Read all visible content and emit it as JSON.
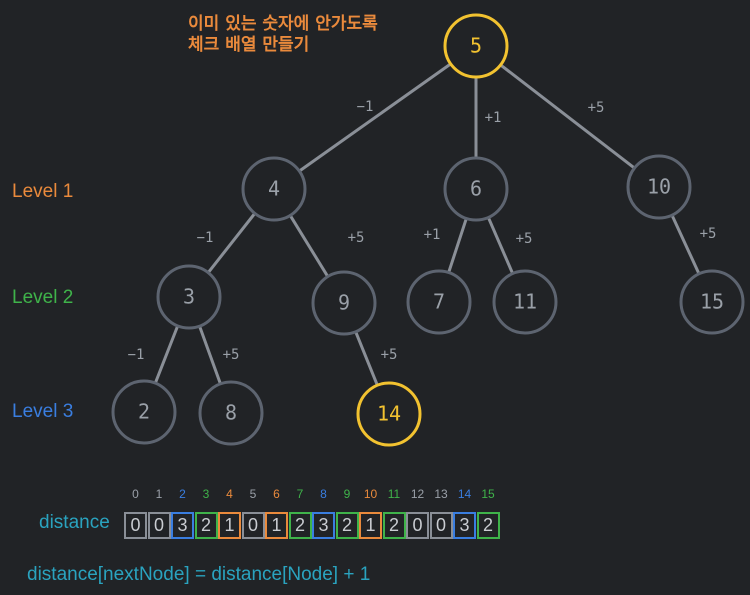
{
  "annotation": [
    "이미 있는 숫자에 안가도록",
    "체크 배열 만들기"
  ],
  "levels": [
    "Level 1",
    "Level 2",
    "Level 3"
  ],
  "tree": {
    "nodes": [
      {
        "id": "n5",
        "label": "5",
        "highlight": true
      },
      {
        "id": "n4",
        "label": "4"
      },
      {
        "id": "n6",
        "label": "6"
      },
      {
        "id": "n10",
        "label": "10"
      },
      {
        "id": "n3",
        "label": "3"
      },
      {
        "id": "n9",
        "label": "9"
      },
      {
        "id": "n7",
        "label": "7"
      },
      {
        "id": "n11",
        "label": "11"
      },
      {
        "id": "n15",
        "label": "15"
      },
      {
        "id": "n2",
        "label": "2"
      },
      {
        "id": "n8",
        "label": "8"
      },
      {
        "id": "n14",
        "label": "14",
        "highlight": true
      }
    ],
    "edges": [
      {
        "from": "n5",
        "to": "n4",
        "label": "−1"
      },
      {
        "from": "n5",
        "to": "n6",
        "label": "+1"
      },
      {
        "from": "n5",
        "to": "n10",
        "label": "+5"
      },
      {
        "from": "n4",
        "to": "n3",
        "label": "−1"
      },
      {
        "from": "n4",
        "to": "n9",
        "label": "+5"
      },
      {
        "from": "n6",
        "to": "n7",
        "label": "+1"
      },
      {
        "from": "n6",
        "to": "n11",
        "label": "+5"
      },
      {
        "from": "n10",
        "to": "n15",
        "label": "+5"
      },
      {
        "from": "n3",
        "to": "n2",
        "label": "−1"
      },
      {
        "from": "n3",
        "to": "n8",
        "label": "+5"
      },
      {
        "from": "n9",
        "to": "n14",
        "label": "+5"
      }
    ]
  },
  "distance": {
    "label": "distance",
    "indices": [
      "0",
      "1",
      "2",
      "3",
      "4",
      "5",
      "6",
      "7",
      "8",
      "9",
      "10",
      "11",
      "12",
      "13",
      "14",
      "15"
    ],
    "values": [
      "0",
      "0",
      "3",
      "2",
      "1",
      "0",
      "1",
      "2",
      "3",
      "2",
      "1",
      "2",
      "0",
      "0",
      "3",
      "2"
    ],
    "level_of_index": [
      0,
      0,
      3,
      2,
      1,
      0,
      1,
      2,
      3,
      2,
      1,
      2,
      0,
      0,
      3,
      2
    ]
  },
  "formula": "distance[nextNode] = distance[Node] + 1",
  "colors": {
    "background": "#212326",
    "node_stroke": "#5d6470",
    "edge": "#8a8f97",
    "highlight": "#f2c230",
    "level1": "#ea8a3c",
    "level2": "#3fb34a",
    "level3": "#3a7ee0",
    "cyan": "#2aa3bf"
  }
}
